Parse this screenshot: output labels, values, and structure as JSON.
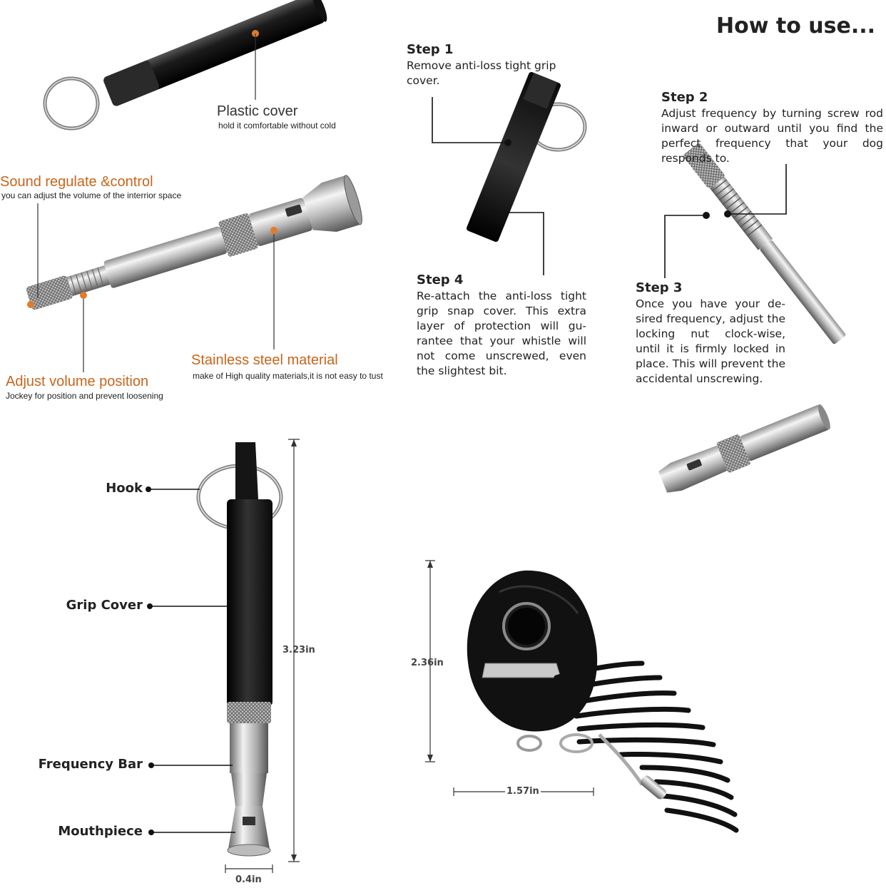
{
  "title": "How to use...",
  "features": {
    "plastic_cover": {
      "title": "Plastic cover",
      "desc": "hold it comfortable without cold"
    },
    "sound_regulate": {
      "title": "Sound regulate &control",
      "desc": "you can adjust the volume of the interrior space"
    },
    "stainless_steel": {
      "title": "Stainless steel material",
      "desc": "make of High quality materials,it is not easy to tust"
    },
    "adjust_volume": {
      "title": "Adjust volume position",
      "desc": "Jockey for position and prevent loosening"
    }
  },
  "steps": {
    "step1": {
      "heading": "Step 1",
      "body": "Remove anti-loss tight grip cover."
    },
    "step2": {
      "heading": "Step 2",
      "body": "Adjust frequency by turning screw rod inward or outward until you find the perfect frequency that your dog responds to."
    },
    "step3": {
      "heading": "Step 3",
      "body": "Once you have your de-sired frequency, adjust the locking nut clock-wise, until it is firmly locked in place. This will prevent the accidental unscrewing."
    },
    "step4": {
      "heading": "Step 4",
      "body": "Re-attach the anti-loss tight grip snap cover. This extra layer of protection will gu-rantee that your whistle will not come unscrewed, even the slightest bit."
    }
  },
  "parts": {
    "hook": "Hook",
    "grip_cover": "Grip Cover",
    "frequency_bar": "Frequency Bar",
    "mouthpiece": "Mouthpiece"
  },
  "dimensions": {
    "whistle_length": "3.23in",
    "whistle_width": "0.4in",
    "clicker_height": "2.36in",
    "clicker_width": "1.57in"
  },
  "colors": {
    "accent_orange": "#c8651b",
    "text": "#222222"
  }
}
